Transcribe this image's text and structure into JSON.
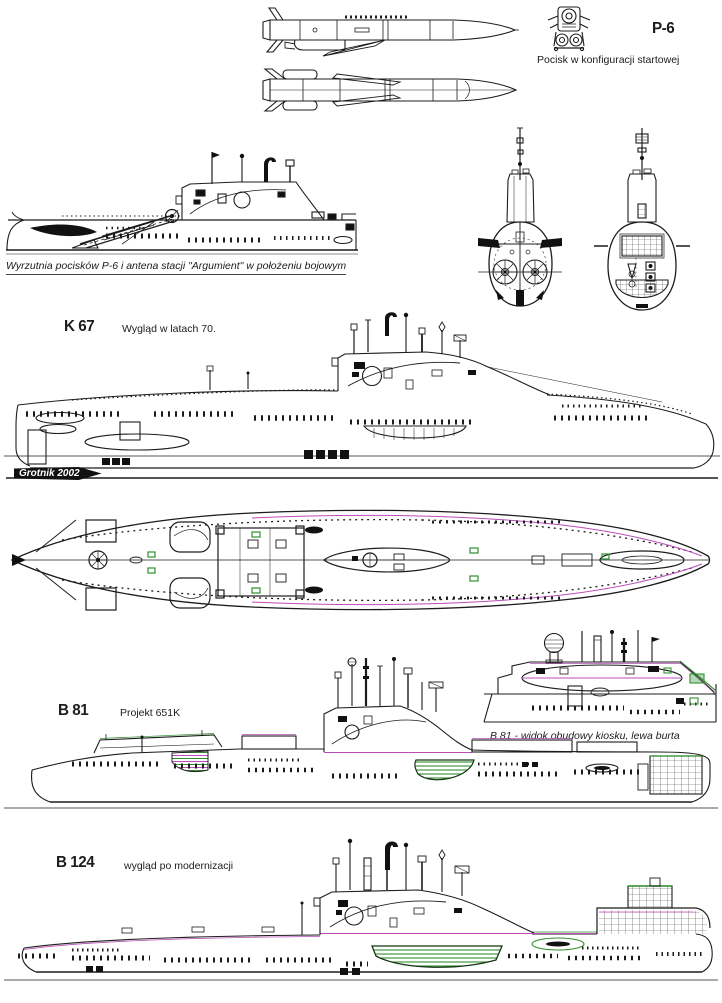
{
  "colors": {
    "paper": "#ffffff",
    "ink": "#1c1c1c",
    "green": "#2f8f2f",
    "magenta": "#bb4dbb"
  },
  "missile": {
    "designation": "P-6",
    "caption": "Pocisk w konfiguracji startowej"
  },
  "launcher": {
    "caption": "Wyrzutnia pocisków P-6 i antena stacji \"Argumient\" w położeniu bojowym"
  },
  "k67": {
    "label": "K 67",
    "note": "Wygląd w latach 70."
  },
  "watermark": {
    "text": "Grotnik 2002"
  },
  "b81": {
    "label": "B 81",
    "note": "Projekt 651K",
    "inset_caption": "B 81 - widok obudowy kiosku, lewa burta"
  },
  "b124": {
    "label": "B 124",
    "note": "wygląd po modernizacji"
  }
}
